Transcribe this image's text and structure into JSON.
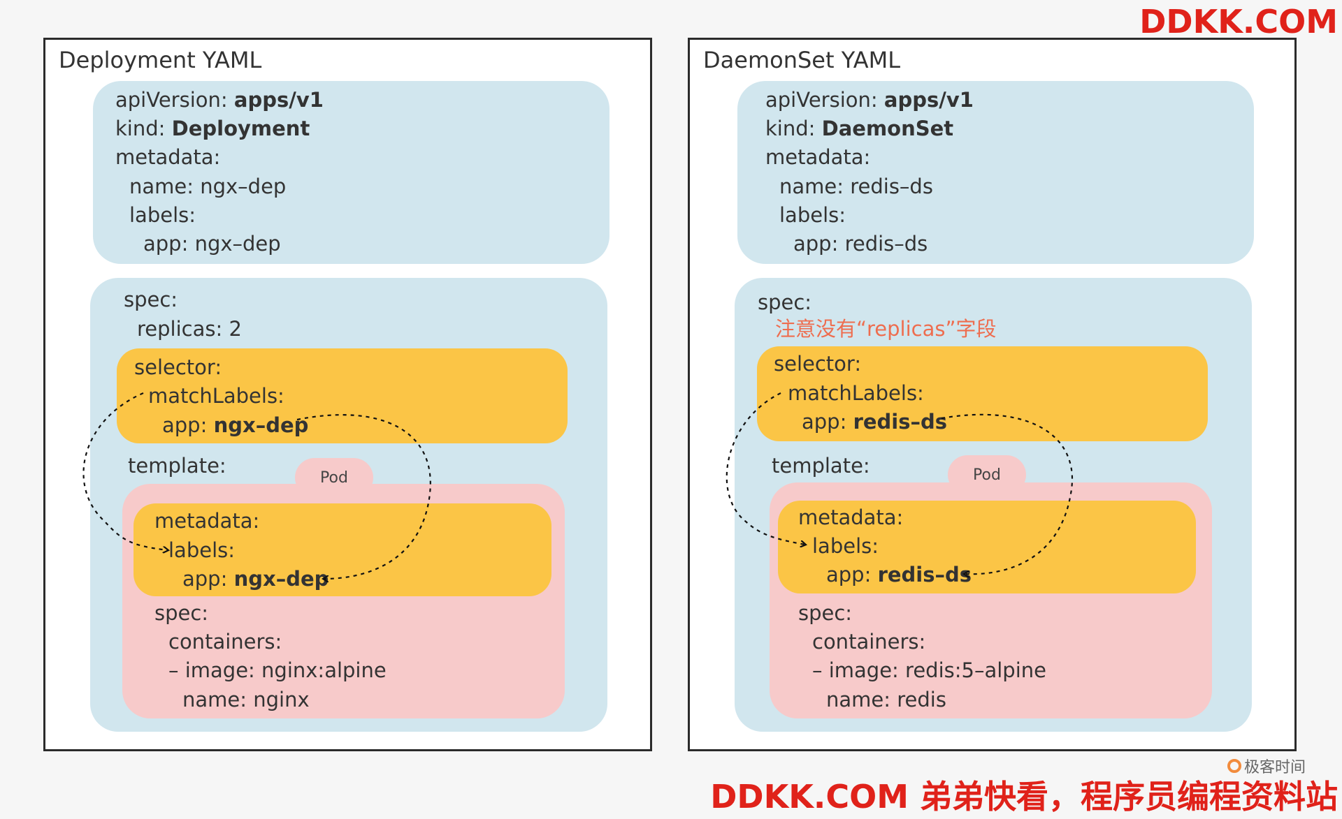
{
  "watermark": {
    "top": "DDKK.COM",
    "bottom": "DDKK.COM 弟弟快看，程序员编程资料站",
    "logo": "极客时间"
  },
  "deployment": {
    "title": "Deployment YAML",
    "meta": {
      "apiVersion_key": "apiVersion:",
      "apiVersion_val": "apps/v1",
      "kind_key": "kind:",
      "kind_val": "Deployment",
      "metadata": "metadata:",
      "name": "name: ngx–dep",
      "labels": "labels:",
      "app": "app: ngx–dep"
    },
    "spec": {
      "spec": "spec:",
      "replicas": "replicas: 2",
      "selector": "selector:",
      "matchLabels": "matchLabels:",
      "sel_app_key": "app:",
      "sel_app_val": "ngx–dep",
      "template": "template:",
      "pod": "Pod",
      "pod_metadata": "metadata:",
      "pod_labels": "labels:",
      "pod_app_key": "app:",
      "pod_app_val": "ngx–dep",
      "pod_spec": "spec:",
      "containers": "containers:",
      "image": "– image: nginx:alpine",
      "cname": "name: nginx"
    }
  },
  "daemonset": {
    "title": "DaemonSet YAML",
    "meta": {
      "apiVersion_key": "apiVersion:",
      "apiVersion_val": "apps/v1",
      "kind_key": "kind:",
      "kind_val": "DaemonSet",
      "metadata": "metadata:",
      "name": "name: redis–ds",
      "labels": "labels:",
      "app": "app: redis–ds"
    },
    "spec": {
      "spec": "spec:",
      "note": "注意没有“replicas”字段",
      "selector": "selector:",
      "matchLabels": "matchLabels:",
      "sel_app_key": "app:",
      "sel_app_val": "redis–ds",
      "template": "template:",
      "pod": "Pod",
      "pod_metadata": "metadata:",
      "pod_labels": "labels:",
      "pod_app_key": "app:",
      "pod_app_val": "redis–ds",
      "pod_spec": "spec:",
      "containers": "containers:",
      "image": "– image: redis:5–alpine",
      "cname": "name: redis"
    }
  },
  "colors": {
    "blue_block": "#d1e6ee",
    "yellow_block": "#fbc546",
    "pink_block": "#f7caca",
    "note_text": "#ee6d4f",
    "watermark": "#e0221a"
  }
}
